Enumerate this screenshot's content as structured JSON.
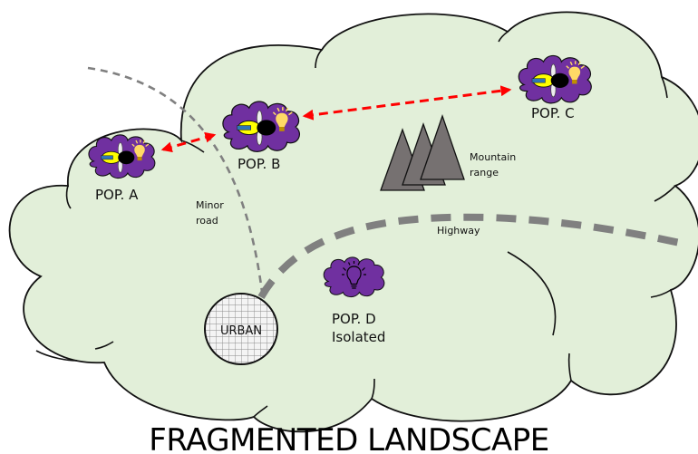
{
  "title": "FRAGMENTED LANDSCAPE",
  "colors": {
    "landscape_fill": "#e2efd9",
    "outline": "#111111",
    "population_fill": "#7030a0",
    "connection_arrow": "#ff0000",
    "road": "#808080",
    "mountain": "#767171",
    "urban_fill": "#f2f2f2",
    "bulb": "#ffd966",
    "body_yellow": "#ffff00",
    "tag_blue": "#2e75b6"
  },
  "populations": [
    {
      "id": "A",
      "label": "POP. A",
      "icon": "pollinator-and-idea-icon",
      "sublabel": ""
    },
    {
      "id": "B",
      "label": "POP. B",
      "icon": "pollinator-and-idea-icon",
      "sublabel": ""
    },
    {
      "id": "C",
      "label": "POP. C",
      "icon": "pollinator-and-idea-icon",
      "sublabel": ""
    },
    {
      "id": "D",
      "label": "POP. D",
      "icon": "idea-bulb-icon",
      "sublabel": "Isolated"
    }
  ],
  "connections": [
    {
      "from": "A",
      "to": "B",
      "style": "dashed-double-arrow"
    },
    {
      "from": "B",
      "to": "C",
      "style": "dashed-double-arrow"
    }
  ],
  "features": {
    "minor_road": {
      "label_line1": "Minor",
      "label_line2": "road"
    },
    "highway": {
      "label": "Highway"
    },
    "mountains": {
      "label_line1": "Mountain",
      "label_line2": "range",
      "peaks": 3
    },
    "urban": {
      "label": "URBAN"
    }
  }
}
